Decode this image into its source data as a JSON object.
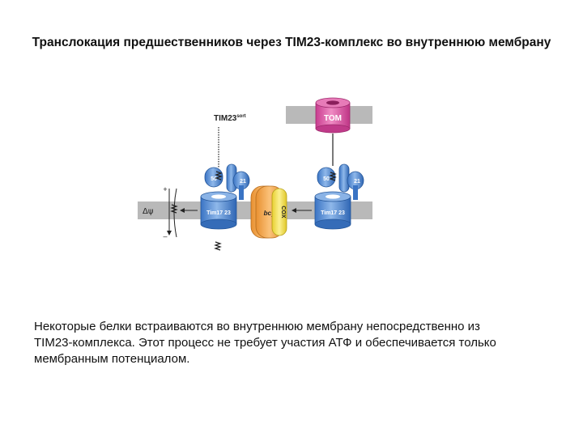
{
  "slide": {
    "title": "Транслокация предшественников через TIM23-комплекс во внутреннюю мембрану",
    "body_lines": [
      "Некоторые белки встраиваются во внутреннюю мембрану непосредственно из",
      "TIM23-комплекса. Этот процесс не требует участия АТФ и обеспечивается только",
      "мембранным потенциалом."
    ]
  },
  "diagram": {
    "tim23_label": "TIM23",
    "tim23_superscript": "sort",
    "tom_label": "TOM",
    "subunit_50": "50",
    "subunit_21": "21",
    "channel_label": "Tim17 23",
    "bc1_label": "bc",
    "bc1_subscript": "1",
    "cox_label": "COX",
    "delta_psi": "Δψ",
    "plus_sign": "+",
    "minus_sign": "–",
    "colors": {
      "membrane": "#b9b9b9",
      "tim_blue": "#3f7fd0",
      "tom_pink": "#d94ea0",
      "bc1_orange": "#f0a040",
      "cox_yellow": "#f3e23c"
    }
  }
}
